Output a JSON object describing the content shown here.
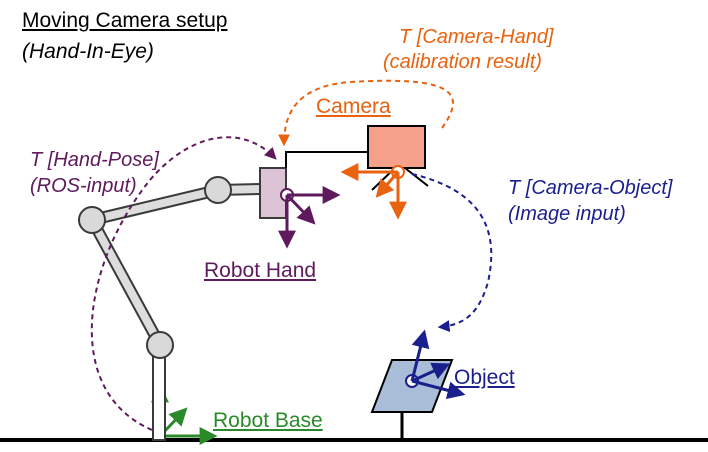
{
  "title": "Moving Camera setup",
  "subtitle": "(Hand-In-Eye)",
  "colors": {
    "camera": "#e8620f",
    "hand": "#5e1a5c",
    "object": "#1a1f8c",
    "base": "#2a8a2a",
    "arm": "#3a3a3a",
    "camera_fill": "#f5a08a",
    "hand_fill": "#dcc4d6",
    "object_fill": "#a9bcd8"
  },
  "labels": {
    "camera": "Camera",
    "robot_hand": "Robot Hand",
    "object": "Object",
    "robot_base": "Robot Base"
  },
  "transforms": {
    "camera_hand": {
      "name": "T [Camera-Hand]",
      "note": "(calibration result)"
    },
    "hand_pose": {
      "name": "T [Hand-Pose]",
      "note": "(ROS-input)"
    },
    "camera_object": {
      "name": "T [Camera-Object]",
      "note": "(Image input)"
    }
  }
}
